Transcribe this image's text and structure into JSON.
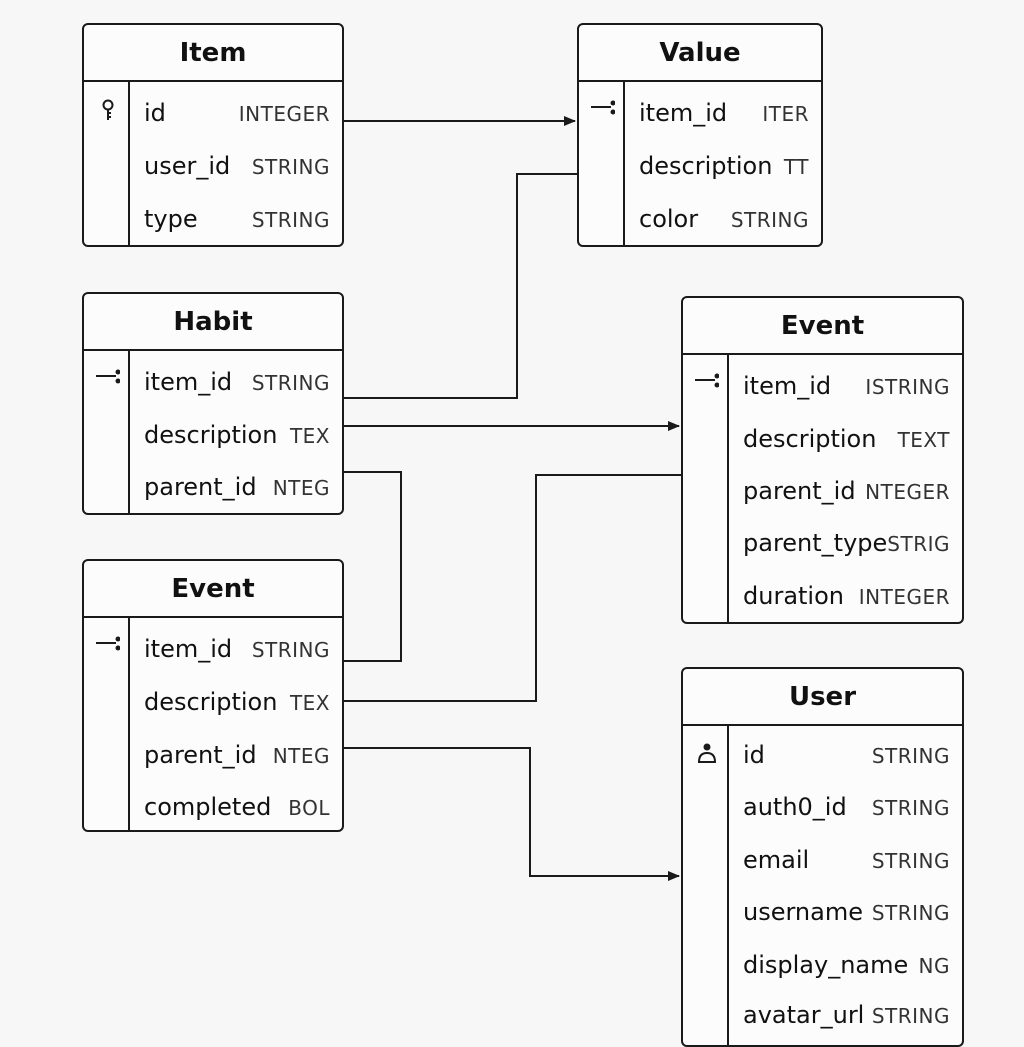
{
  "entities": {
    "item": {
      "title": "Item",
      "fields": [
        {
          "name": "id",
          "type": "INTEGER",
          "key": "pk-icon"
        },
        {
          "name": "user_id",
          "type": "STRING"
        },
        {
          "name": "type",
          "type": "STRING"
        }
      ]
    },
    "value": {
      "title": "Value",
      "fields": [
        {
          "name": "item_id",
          "type": "ITER",
          "key": "fk-icon"
        },
        {
          "name": "description",
          "type": "TT"
        },
        {
          "name": "color",
          "type": "STRING"
        }
      ]
    },
    "habit": {
      "title": "Habit",
      "fields": [
        {
          "name": "item_id",
          "type": "STRING",
          "key": "fk-icon"
        },
        {
          "name": "description",
          "type": "TEX"
        },
        {
          "name": "parent_id",
          "type": "NTEG"
        }
      ]
    },
    "event_right": {
      "title": "Event",
      "fields": [
        {
          "name": "item_id",
          "type": "ISTRING",
          "key": "fk-icon"
        },
        {
          "name": "description",
          "type": "TEXT"
        },
        {
          "name": "parent_id",
          "type": "NTEGER"
        },
        {
          "name": "parent_type",
          "type": "STRIG"
        },
        {
          "name": "duration",
          "type": "INTEGER"
        }
      ]
    },
    "event_left": {
      "title": "Event",
      "fields": [
        {
          "name": "item_id",
          "type": "STRING",
          "key": "fk-icon"
        },
        {
          "name": "description",
          "type": "TEX"
        },
        {
          "name": "parent_id",
          "type": "NTEG"
        },
        {
          "name": "completed",
          "type": "BOL"
        }
      ]
    },
    "user": {
      "title": "User",
      "fields": [
        {
          "name": "id",
          "type": "STRING",
          "key": "user-icon"
        },
        {
          "name": "auth0_id",
          "type": "STRING"
        },
        {
          "name": "email",
          "type": "STRING"
        },
        {
          "name": "username",
          "type": "STRING"
        },
        {
          "name": "display_name",
          "type": "NG"
        },
        {
          "name": "avatar_url",
          "type": "STRING"
        }
      ]
    }
  },
  "colors": {
    "line": "#1a1a1a",
    "background": "#f7f7f7",
    "card": "#fcfcfc"
  }
}
